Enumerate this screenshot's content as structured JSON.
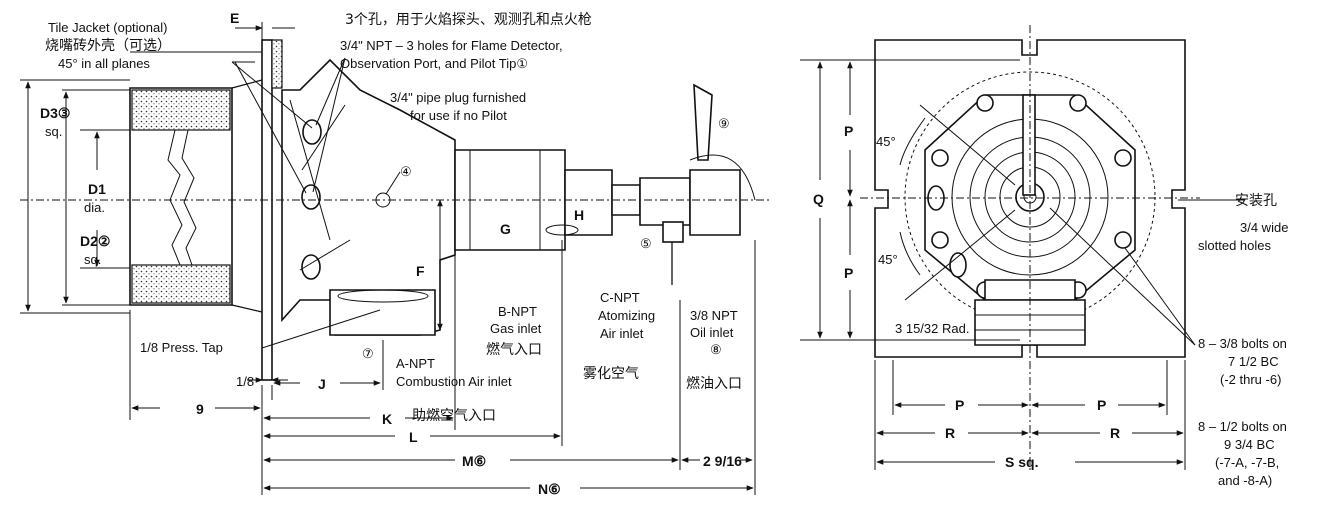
{
  "left_view": {
    "tile_jacket": "Tile Jacket (optional)",
    "tile_jacket_cn": "烧嘴砖外壳（可选）",
    "angle_note": "45° in all planes",
    "dim_e": "E",
    "holes_cn": "3个孔，用于火焰探头、观测孔和点火枪",
    "holes_note_1": "3/4\" NPT – 3 holes for Flame Detector,",
    "holes_note_2": "Observation Port, and Pilot Tip①",
    "plug_note_1": "3/4\" pipe plug furnished",
    "plug_note_2": "for use if no Pilot",
    "d3": "D3③",
    "d3_sq": "sq.",
    "d1": "D1",
    "d1_dia": "dia.",
    "d2": "D2②",
    "d2_sq": "sq.",
    "marker_4": "④",
    "marker_5": "⑤",
    "marker_7": "⑦",
    "marker_9": "⑨",
    "dim_f": "F",
    "dim_g": "G",
    "dim_h": "H",
    "press_tap": "1/8 Press. Tap",
    "gas_inlet_1": "B-NPT",
    "gas_inlet_2": "Gas inlet",
    "gas_inlet_cn": "燃气入口",
    "atom_1": "C-NPT",
    "atom_2": "Atomizing",
    "atom_3": "Air inlet",
    "atom_cn": "雾化空气",
    "oil_1": "3/8 NPT",
    "oil_2": "Oil inlet",
    "oil_marker": "⑧",
    "oil_cn": "燃油入口",
    "comb_1": "A-NPT",
    "comb_2": "Combustion Air inlet",
    "comb_cn": "助燃空气入口",
    "dim_1_8": "1/8",
    "dim_9": "9",
    "dim_j": "J",
    "dim_k": "K",
    "dim_l": "L",
    "dim_m": "M⑥",
    "dim_2_9_16": "2 9/16",
    "dim_n": "N⑥"
  },
  "right_view": {
    "dim_p_top": "P",
    "dim_q": "Q",
    "dim_p_bottom": "P",
    "angle_45_top": "45°",
    "angle_45_bottom": "45°",
    "radius": "3 15/32 Rad.",
    "mount_cn": "安装孔",
    "slot_1": "3/4 wide",
    "slot_2": "slotted holes",
    "bolts_a_1": "8 – 3/8 bolts on",
    "bolts_a_2": "7 1/2 BC",
    "bolts_a_3": "(-2 thru -6)",
    "bolts_b_1": "8 – 1/2 bolts on",
    "bolts_b_2": "9 3/4 BC",
    "bolts_b_3": "(-7-A, -7-B,",
    "bolts_b_4": "and -8-A)",
    "dim_p_left": "P",
    "dim_p_right": "P",
    "dim_r_left": "R",
    "dim_r_right": "R",
    "dim_s": "S sq."
  }
}
